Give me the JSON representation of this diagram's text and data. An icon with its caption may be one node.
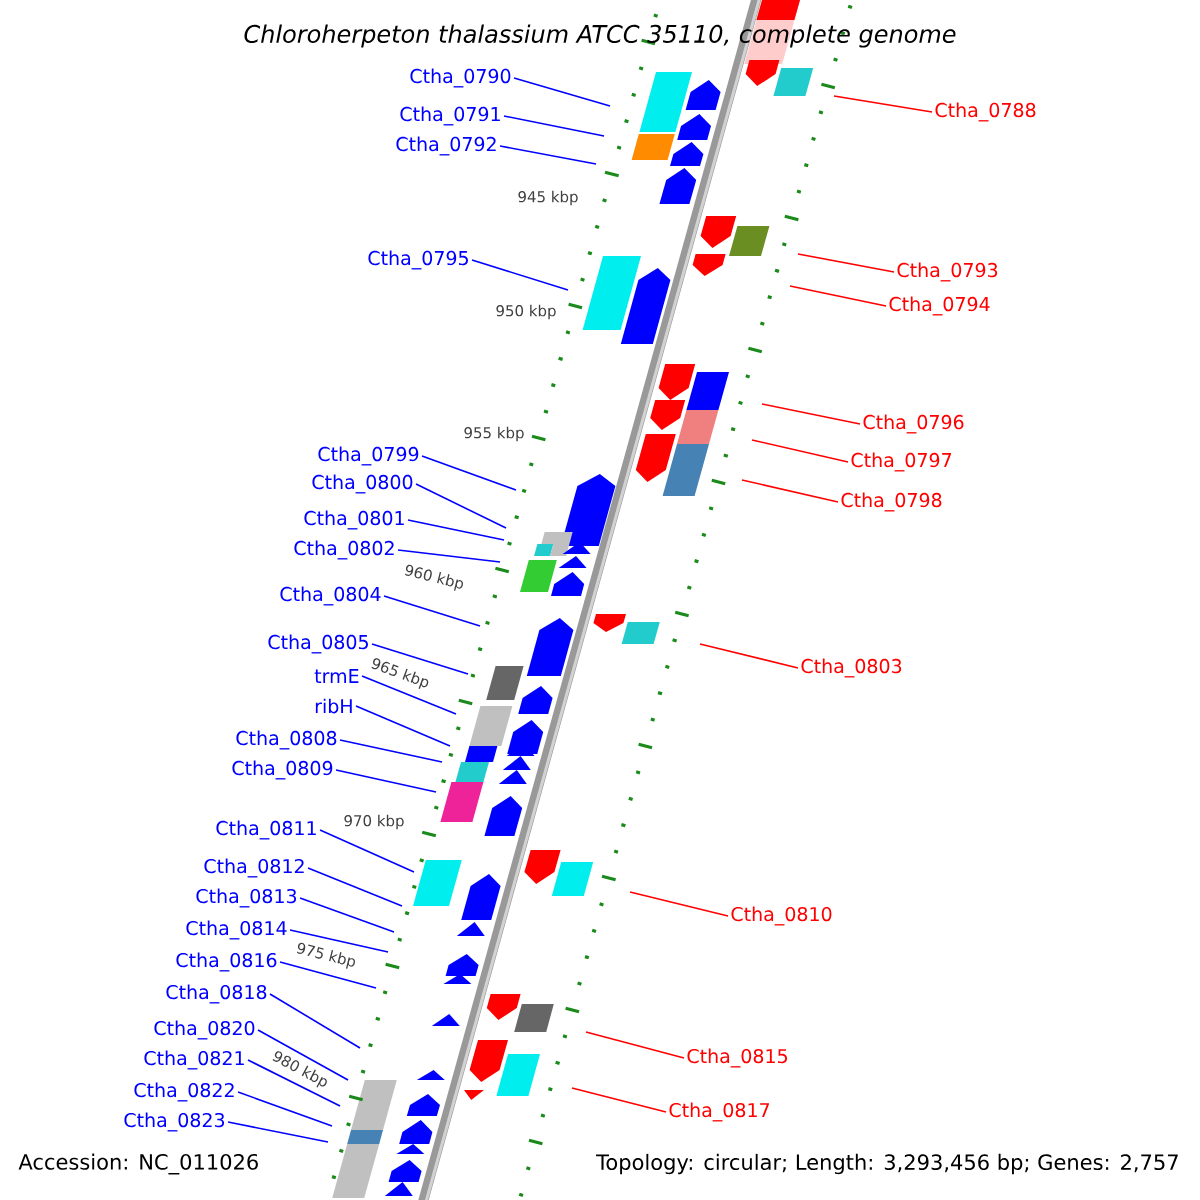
{
  "diagram": {
    "title": "Chloroherpeton thalassium ATCC 35110, complete genome",
    "nodes": [
      {
        "text": [
          "Ctha_0790"
        ]
      },
      {
        "text": [
          "Ctha_0791"
        ]
      },
      {
        "text": [
          "Ctha_0792"
        ]
      },
      {
        "text": [
          "Ctha_0795"
        ]
      },
      {
        "text": [
          "Ctha_0799"
        ]
      },
      {
        "text": [
          "Ctha_0800"
        ]
      },
      {
        "text": [
          "Ctha_0801"
        ]
      },
      {
        "text": [
          "Ctha_0802"
        ]
      },
      {
        "text": [
          "Ctha_0804"
        ]
      },
      {
        "text": [
          "Ctha_0805"
        ]
      },
      {
        "text": [
          "trmE"
        ]
      },
      {
        "text": [
          "ribH"
        ]
      },
      {
        "text": [
          "Ctha_0808"
        ]
      },
      {
        "text": [
          "Ctha_0809"
        ]
      },
      {
        "text": [
          "Ctha_0811"
        ]
      },
      {
        "text": [
          "Ctha_0812"
        ]
      },
      {
        "text": [
          "Ctha_0813"
        ]
      },
      {
        "text": [
          "Ctha_0814"
        ]
      },
      {
        "text": [
          "Ctha_0816"
        ]
      },
      {
        "text": [
          "Ctha_0818"
        ]
      },
      {
        "text": [
          "Ctha_0820"
        ]
      },
      {
        "text": [
          "Ctha_0821"
        ]
      },
      {
        "text": [
          "Ctha_0822"
        ]
      },
      {
        "text": [
          "Ctha_0823"
        ]
      },
      {
        "text": [
          "Ctha_0788"
        ]
      },
      {
        "text": [
          "Ctha_0793"
        ]
      },
      {
        "text": [
          "Ctha_0794"
        ]
      },
      {
        "text": [
          "Ctha_0796"
        ]
      },
      {
        "text": [
          "Ctha_0797"
        ]
      },
      {
        "text": [
          "Ctha_0798"
        ]
      },
      {
        "text": [
          "Ctha_0803"
        ]
      },
      {
        "text": [
          "Ctha_0810"
        ]
      },
      {
        "text": [
          "Ctha_0815"
        ]
      },
      {
        "text": [
          "Ctha_0817"
        ]
      }
    ],
    "edges": [
      {
        "from": 0,
        "to": null,
        "arrow": "none"
      },
      {
        "from": 1,
        "to": null,
        "arrow": "none"
      },
      {
        "from": 2,
        "to": null,
        "arrow": "none"
      },
      {
        "from": 3,
        "to": null,
        "arrow": "none"
      },
      {
        "from": 4,
        "to": null,
        "arrow": "none"
      },
      {
        "from": 5,
        "to": null,
        "arrow": "none"
      },
      {
        "from": 6,
        "to": null,
        "arrow": "none"
      },
      {
        "from": 7,
        "to": null,
        "arrow": "none"
      },
      {
        "from": 8,
        "to": null,
        "arrow": "none"
      },
      {
        "from": 9,
        "to": null,
        "arrow": "none"
      },
      {
        "from": 10,
        "to": null,
        "arrow": "none"
      },
      {
        "from": 11,
        "to": null,
        "arrow": "none"
      },
      {
        "from": 12,
        "to": null,
        "arrow": "none"
      },
      {
        "from": 13,
        "to": null,
        "arrow": "none"
      },
      {
        "from": 14,
        "to": null,
        "arrow": "none"
      },
      {
        "from": 15,
        "to": null,
        "arrow": "none"
      },
      {
        "from": 16,
        "to": null,
        "arrow": "none"
      },
      {
        "from": 17,
        "to": null,
        "arrow": "none"
      },
      {
        "from": 18,
        "to": null,
        "arrow": "none"
      },
      {
        "from": 19,
        "to": null,
        "arrow": "none"
      },
      {
        "from": 20,
        "to": null,
        "arrow": "none"
      },
      {
        "from": 21,
        "to": null,
        "arrow": "none"
      },
      {
        "from": 22,
        "to": null,
        "arrow": "none"
      },
      {
        "from": 23,
        "to": null,
        "arrow": "none"
      },
      {
        "from": 24,
        "to": null,
        "arrow": "none",
        "color": "#ff0000"
      },
      {
        "from": 25,
        "to": null,
        "arrow": "none",
        "color": "#ff0000"
      },
      {
        "from": 26,
        "to": null,
        "arrow": "none",
        "color": "#ff0000"
      },
      {
        "from": 27,
        "to": null,
        "arrow": "none",
        "color": "#ff0000"
      },
      {
        "from": 28,
        "to": null,
        "arrow": "none",
        "color": "#ff0000"
      },
      {
        "from": 29,
        "to": null,
        "arrow": "none",
        "color": "#ff0000"
      },
      {
        "from": 30,
        "to": null,
        "arrow": "none",
        "color": "#ff0000"
      },
      {
        "from": 31,
        "to": null,
        "arrow": "none",
        "color": "#ff0000"
      },
      {
        "from": 32,
        "to": null,
        "arrow": "none",
        "color": "#ff0000"
      },
      {
        "from": 33,
        "to": null,
        "arrow": "none",
        "color": "#ff0000"
      }
    ],
    "labels": [
      "945 kbp",
      "950 kbp",
      "955 kbp",
      "960 kbp",
      "965 kbp",
      "970 kbp",
      "975 kbp",
      "980 kbp",
      "Accession: NC_011026",
      "Topology: circular; Length: 3,293,456 bp; Genes: 2,757"
    ]
  }
}
